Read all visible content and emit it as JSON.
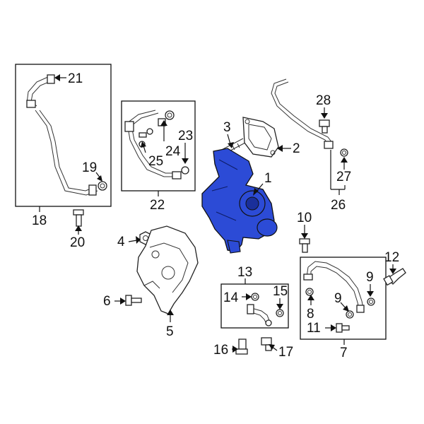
{
  "accent_color": "#2c4bd6",
  "callouts": {
    "c1": "1",
    "c2": "2",
    "c3": "3",
    "c4": "4",
    "c5": "5",
    "c6": "6",
    "c7": "7",
    "c8": "8",
    "c9a": "9",
    "c9b": "9",
    "c11": "11",
    "c12": "12",
    "c13": "13",
    "c14": "14",
    "c15": "15",
    "c16": "16",
    "c17": "17",
    "c18": "18",
    "c19": "19",
    "c20": "20",
    "c21": "21",
    "c22": "22",
    "c23": "23",
    "c24": "24",
    "c25": "25",
    "c26": "26",
    "c27": "27",
    "c28": "28"
  }
}
